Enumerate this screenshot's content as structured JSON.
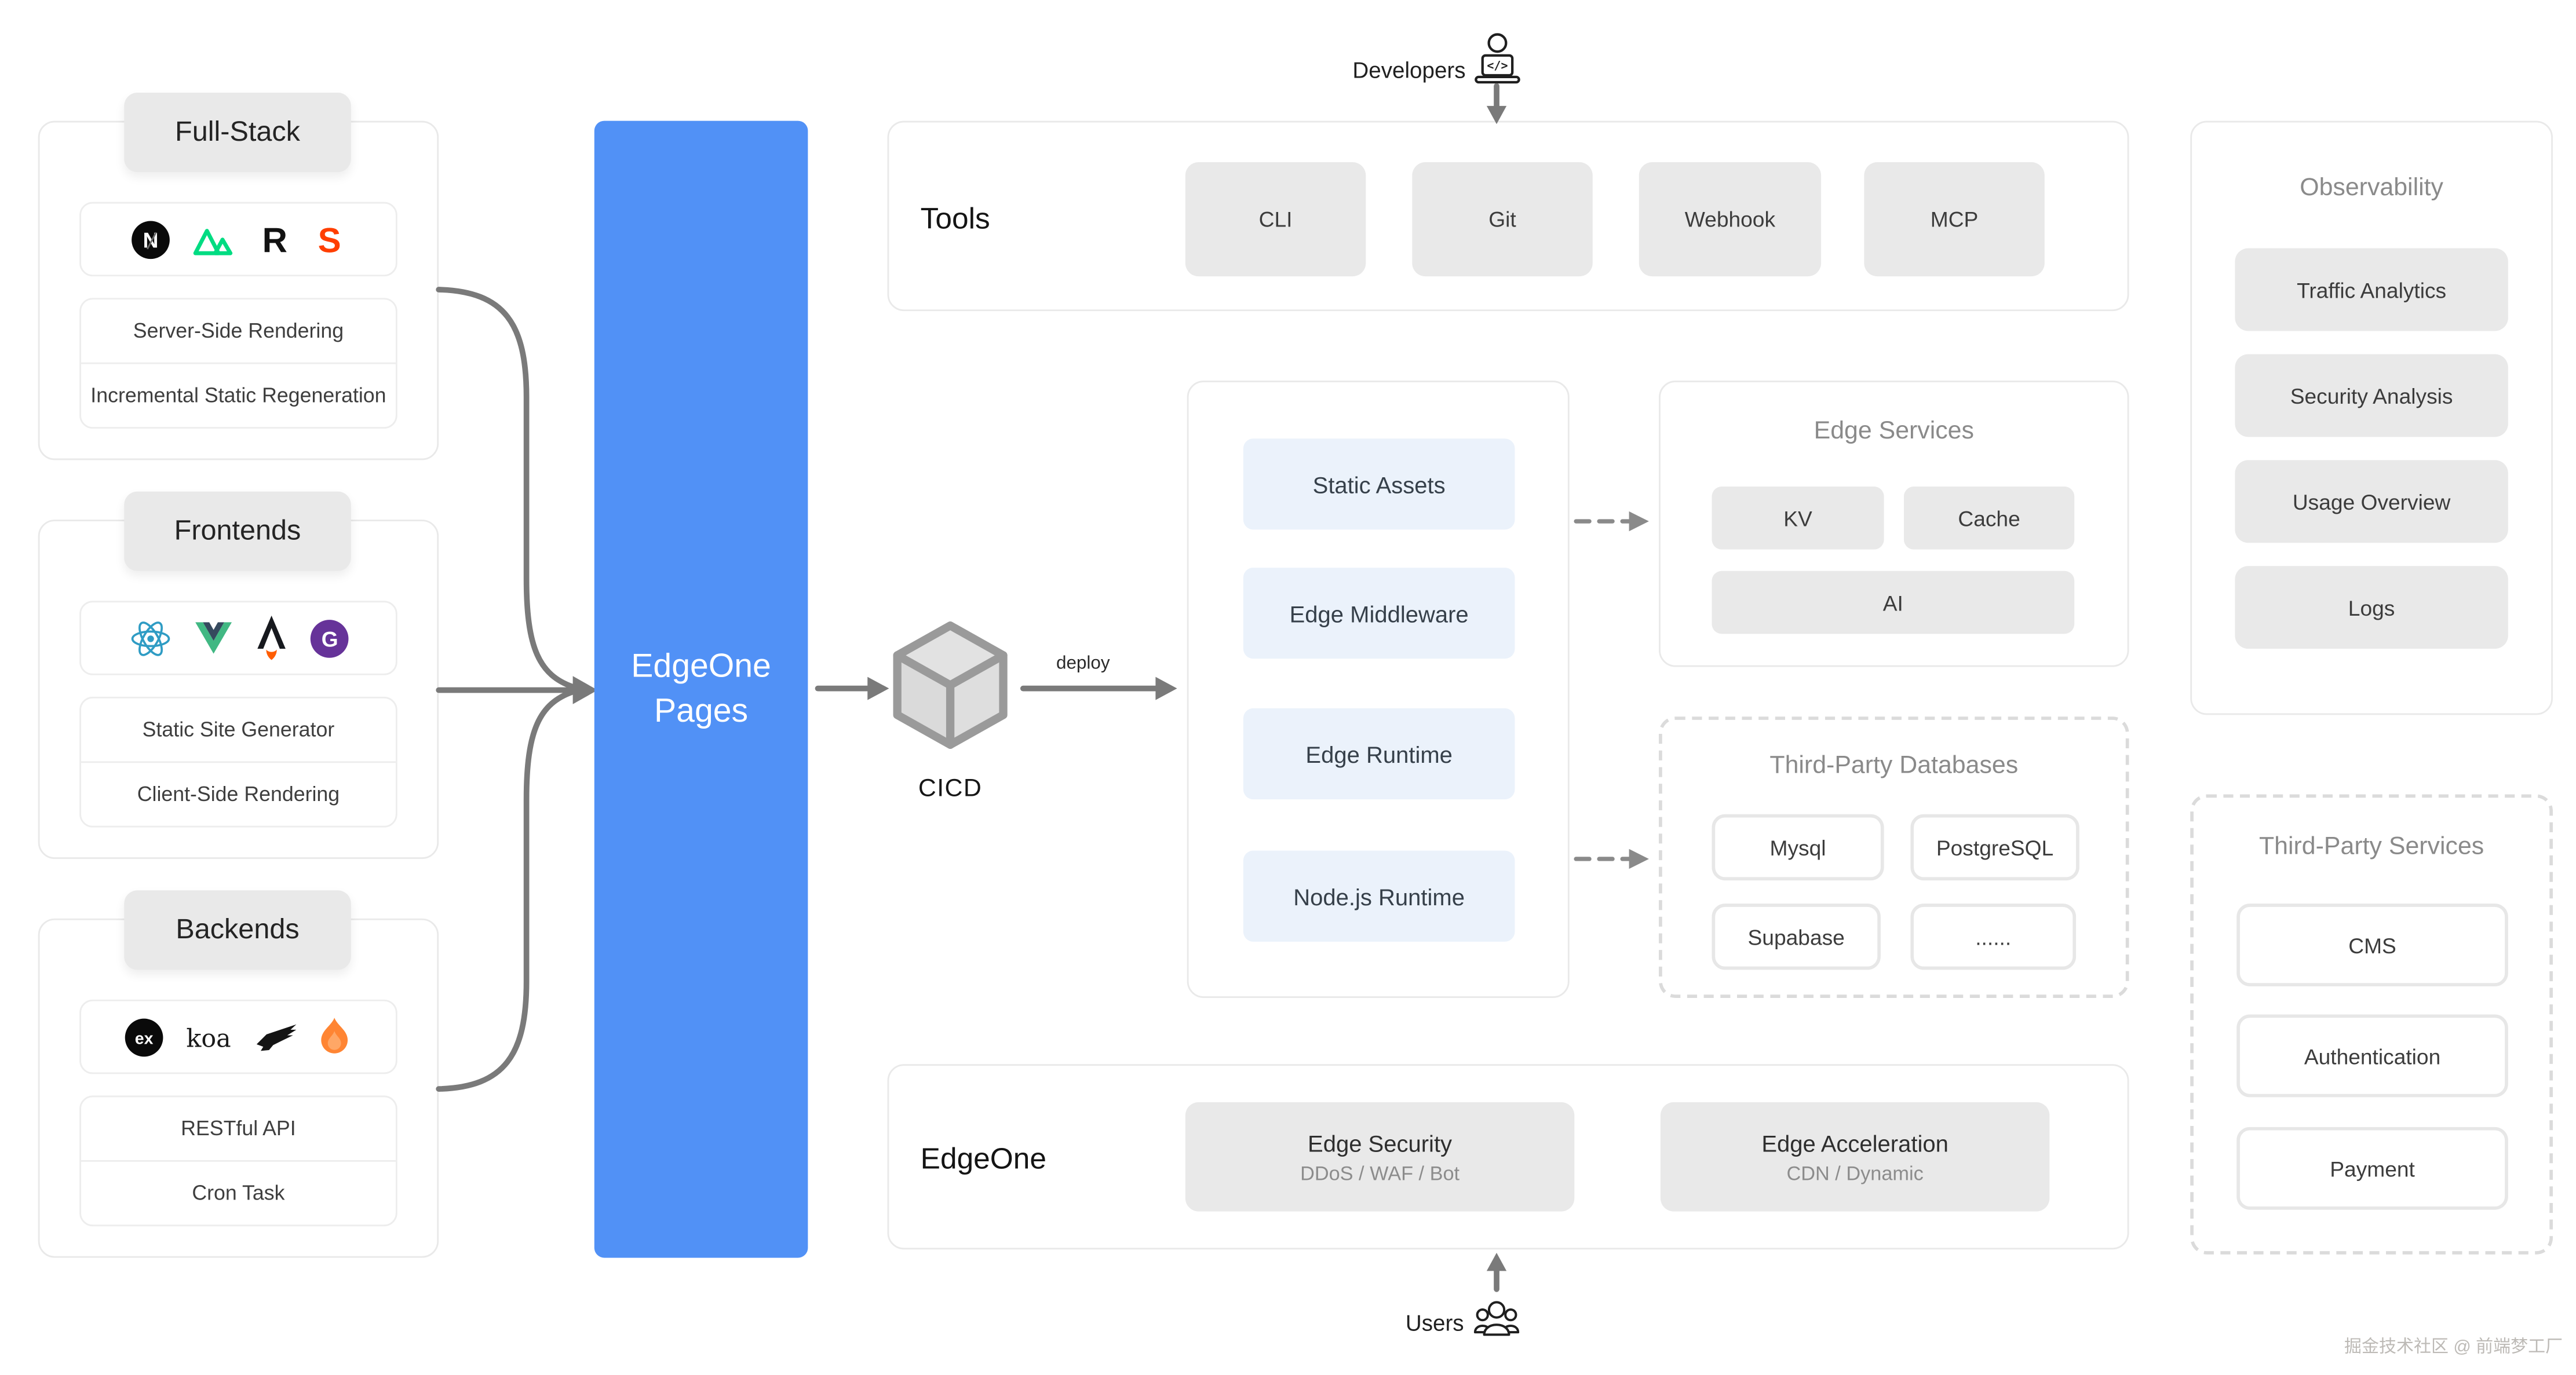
{
  "colors": {
    "accent": "#5191F6",
    "tile_gray": "#E9E9E9",
    "tile_blue": "#EBF2FB",
    "border_dash": "#DBDBDB",
    "arrow": "#7A7A7A",
    "nuxt_green": "#00DC82",
    "svelte_orange": "#FF3E00",
    "react_blue": "#2F9CC4",
    "vue_green": "#41B883",
    "gatsby_purple": "#663399",
    "astro_dark": "#17191E",
    "hono_orange": "#FF8533"
  },
  "left": {
    "full_stack": {
      "title": "Full-Stack",
      "icons": [
        "nextjs-icon",
        "nuxt-icon",
        "remix-icon",
        "svelte-icon"
      ],
      "items": [
        "Server-Side Rendering",
        "Incremental Static Regeneration"
      ]
    },
    "frontends": {
      "title": "Frontends",
      "icons": [
        "react-icon",
        "vue-icon",
        "astro-icon",
        "gatsby-icon"
      ],
      "items": [
        "Static Site Generator",
        "Client-Side Rendering"
      ]
    },
    "backends": {
      "title": "Backends",
      "icons": [
        "express-icon",
        "koa-icon",
        "fastify-icon",
        "hono-icon"
      ],
      "items": [
        "RESTful API",
        "Cron Task"
      ]
    }
  },
  "edgeone_pages": {
    "line1": "EdgeOne",
    "line2": "Pages"
  },
  "cicd": {
    "label": "CICD",
    "deploy_label": "deploy"
  },
  "actors": {
    "developers": {
      "label": "Developers"
    },
    "users": {
      "label": "Users"
    }
  },
  "tools": {
    "title": "Tools",
    "items": [
      "CLI",
      "Git",
      "Webhook",
      "MCP"
    ]
  },
  "runtime": {
    "items": [
      "Static Assets",
      "Edge Middleware",
      "Edge Runtime",
      "Node.js Runtime"
    ]
  },
  "edge_services": {
    "title": "Edge Services",
    "items": [
      "KV",
      "Cache",
      "AI"
    ]
  },
  "third_party_databases": {
    "title": "Third-Party Databases",
    "items": [
      "Mysql",
      "PostgreSQL",
      "Supabase",
      "......"
    ]
  },
  "observability": {
    "title": "Observability",
    "items": [
      "Traffic Analytics",
      "Security Analysis",
      "Usage Overview",
      "Logs"
    ]
  },
  "third_party_services": {
    "title": "Third-Party Services",
    "items": [
      "CMS",
      "Authentication",
      "Payment"
    ]
  },
  "edgeone": {
    "title": "EdgeOne",
    "items": [
      {
        "title": "Edge Security",
        "subtitle": "DDoS / WAF / Bot"
      },
      {
        "title": "Edge Acceleration",
        "subtitle": "CDN / Dynamic"
      }
    ]
  },
  "watermark": "掘金技术社区 @ 前端梦工厂"
}
